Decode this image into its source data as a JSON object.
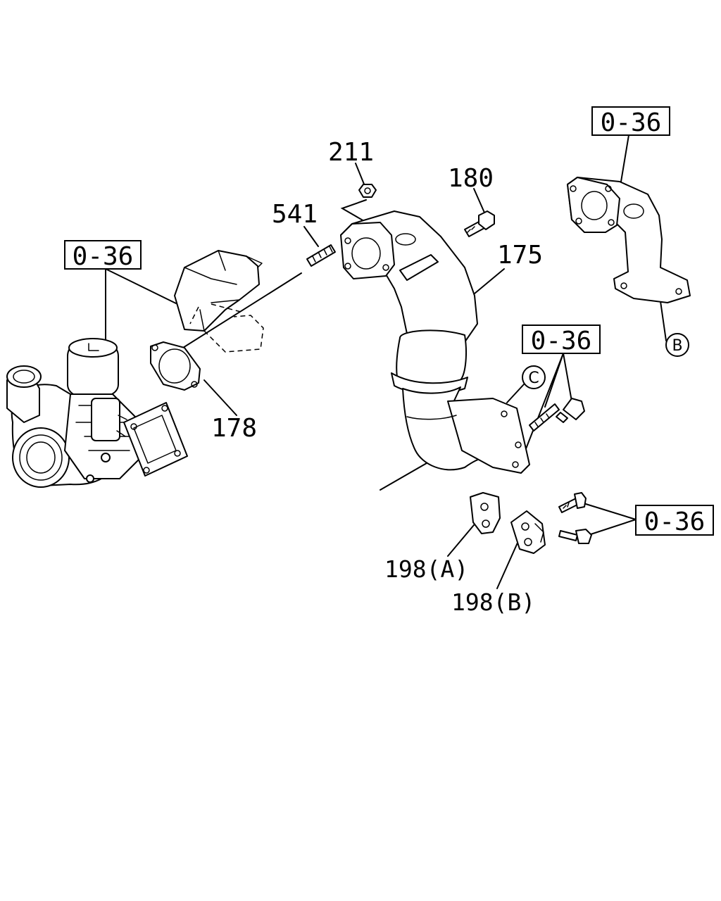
{
  "colors": {
    "line": "#000000",
    "background": "#ffffff"
  },
  "callouts": {
    "ref_top_right": "0-36",
    "ref_left": "0-36",
    "ref_mid_right": "0-36",
    "ref_bottom_right": "0-36",
    "part_211": "211",
    "part_180": "180",
    "part_541": "541",
    "part_175": "175",
    "part_178": "178",
    "part_198a": "198(A)",
    "part_198b": "198(B)",
    "marker_b": "B",
    "marker_c": "C"
  }
}
